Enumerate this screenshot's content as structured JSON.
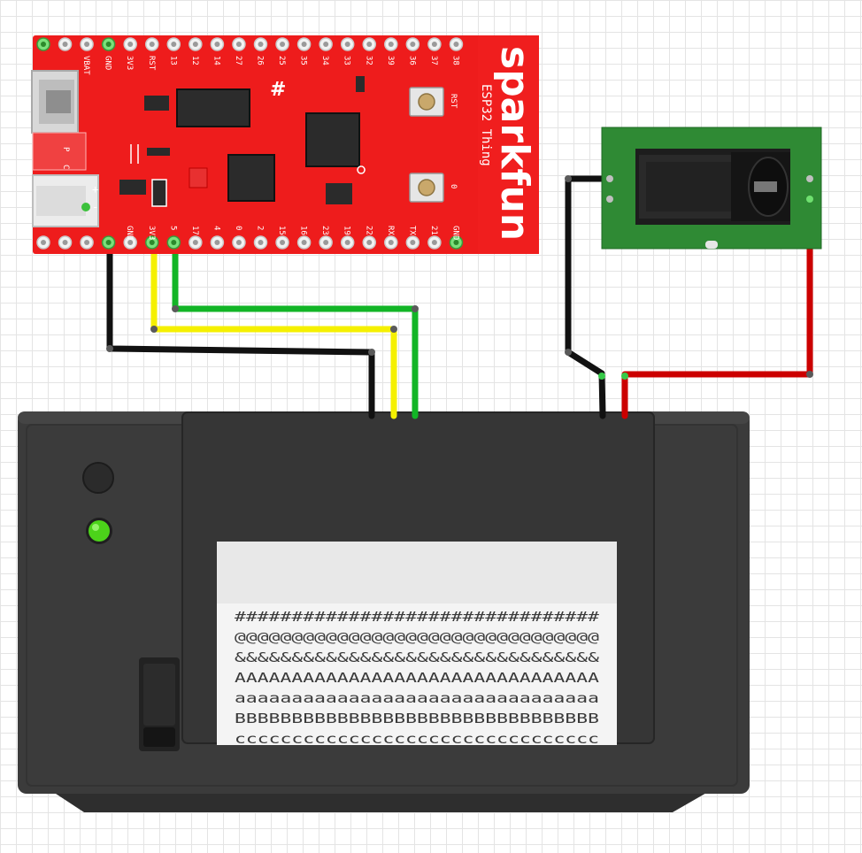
{
  "board": {
    "brand": "sparkfun",
    "model": "ESP32 Thing",
    "top_pins": [
      "VBAT",
      "GND",
      "3V3",
      "RST",
      "13",
      "12",
      "14",
      "27",
      "26",
      "25",
      "35",
      "34",
      "33",
      "32",
      "39",
      "36",
      "37",
      "38"
    ],
    "bottom_pins": [
      "GND",
      "3V3",
      "5",
      "17",
      "4",
      "0",
      "2",
      "15",
      "16",
      "23",
      "19",
      "22",
      "RX",
      "TX",
      "21",
      "GND"
    ],
    "button_labels": [
      "RST",
      "0"
    ],
    "side_marks": [
      "P",
      "C"
    ]
  },
  "wires": {
    "gnd": "#111111",
    "power_3v3": "#f5f000",
    "signal_17": "#12b526",
    "supply_plus": "#cc0000"
  },
  "printer": {
    "paper_lines": [
      "################################",
      "@@@@@@@@@@@@@@@@@@@@@@@@@@@@@@@@",
      "&&&&&&&&&&&&&&&&&&&&&&&&&&&&&&&&",
      "AAAAAAAAAAAAAAAAAAAAAAAAAAAAAAAA",
      "aaaaaaaaaaaaaaaaaaaaaaaaaaaaaaaa",
      "BBBBBBBBBBBBBBBBBBBBBBBBBBBBBBBB",
      "cccccccccccccccccccccccccccccccc"
    ],
    "led_color": "#4cd31a"
  },
  "colors": {
    "board_red": "#ee1c1c",
    "jack_pcb_green": "#2f8a34",
    "printer_body": "#3b3b3b"
  }
}
